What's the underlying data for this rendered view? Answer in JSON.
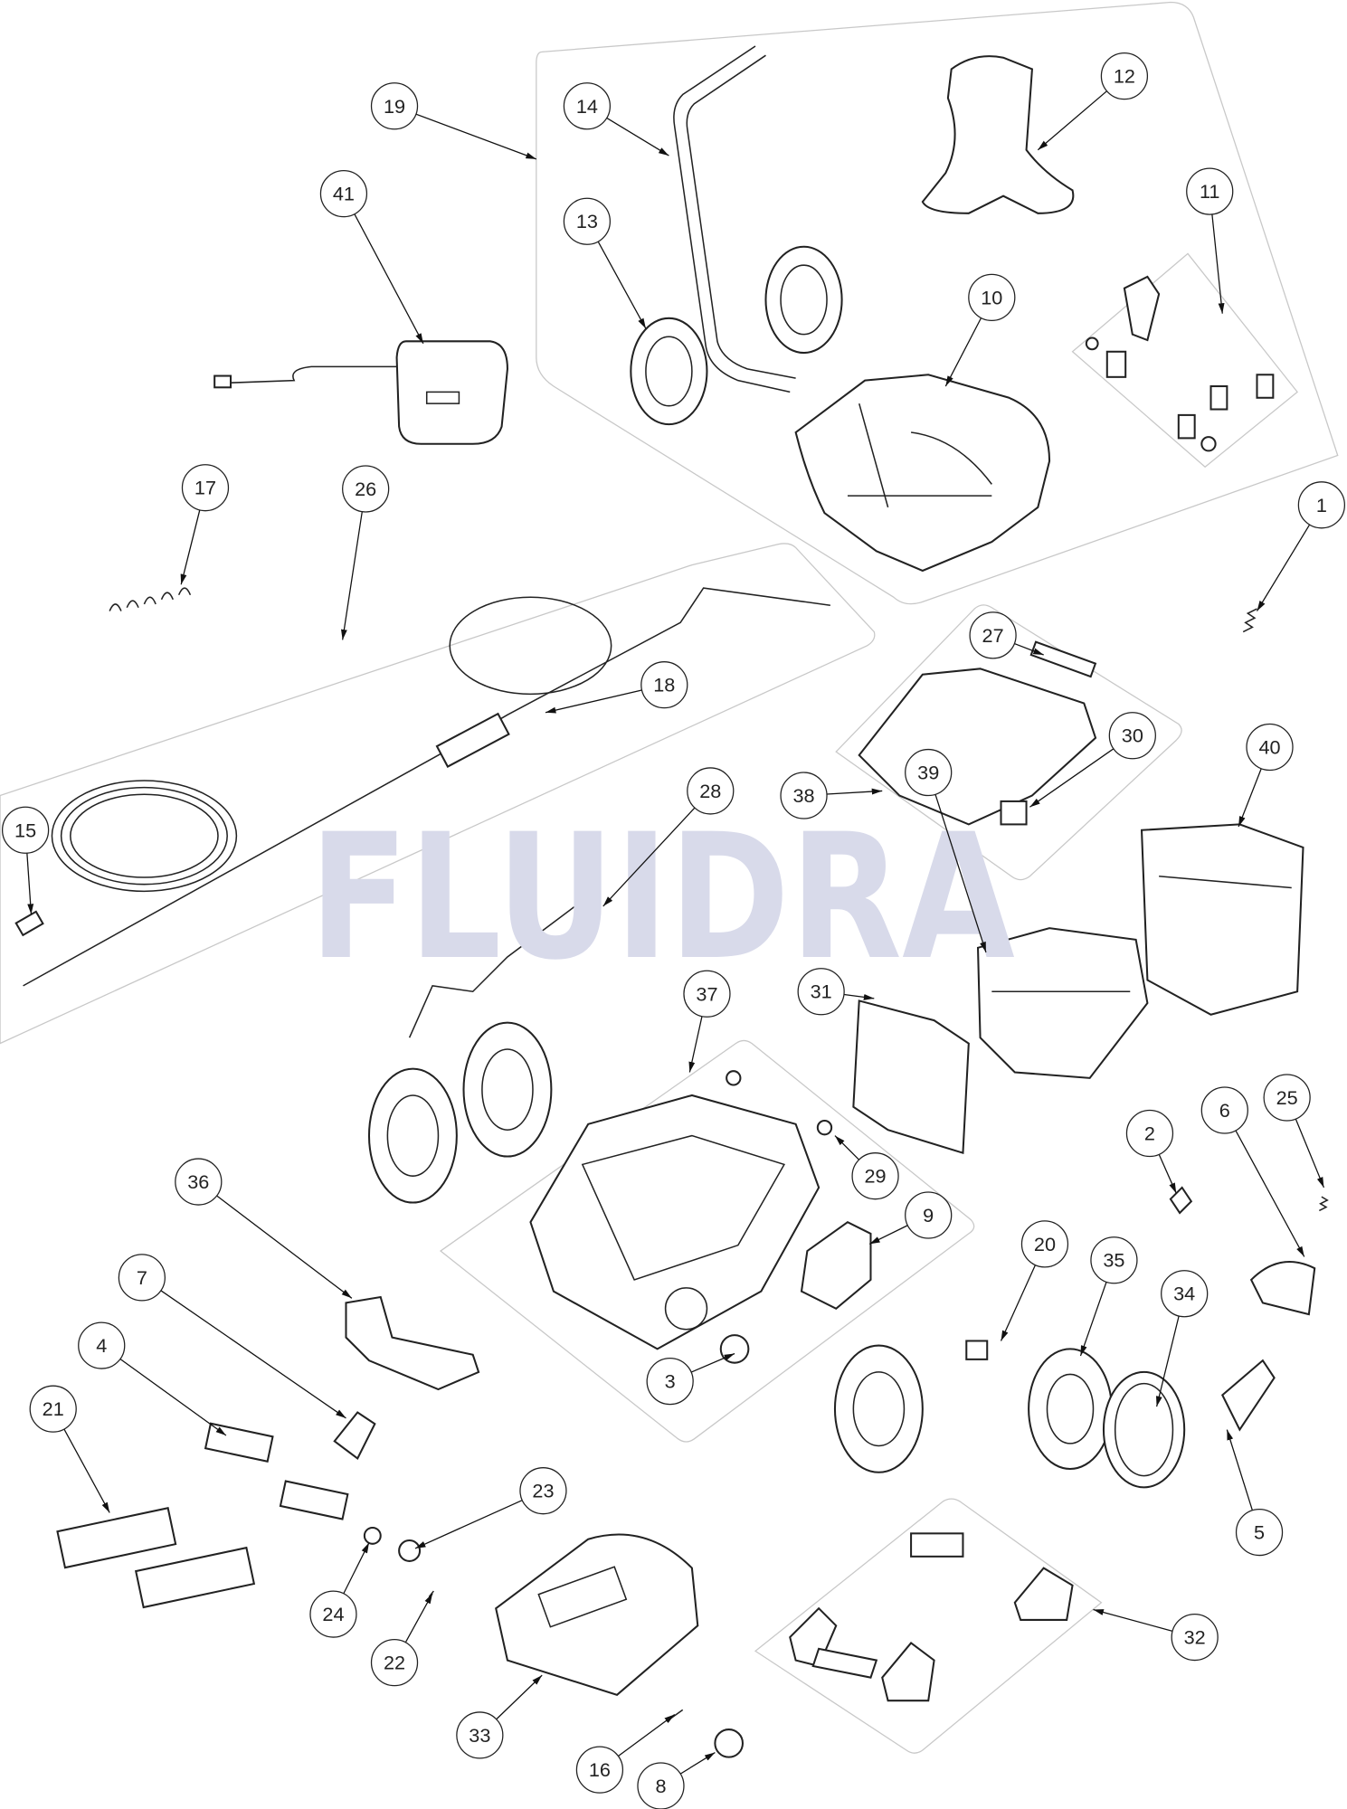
{
  "watermark": "FLUIDRA",
  "callouts": [
    "1",
    "2",
    "3",
    "4",
    "5",
    "6",
    "7",
    "8",
    "9",
    "10",
    "11",
    "12",
    "13",
    "14",
    "15",
    "16",
    "17",
    "18",
    "19",
    "20",
    "21",
    "22",
    "23",
    "24",
    "25",
    "26",
    "27",
    "28",
    "29",
    "30",
    "31",
    "32",
    "33",
    "34",
    "35",
    "36",
    "37",
    "38",
    "39",
    "40",
    "41"
  ],
  "colors": {
    "line": "#222222",
    "panel": "#c8c8c8",
    "watermark": "#cfd2e6"
  }
}
